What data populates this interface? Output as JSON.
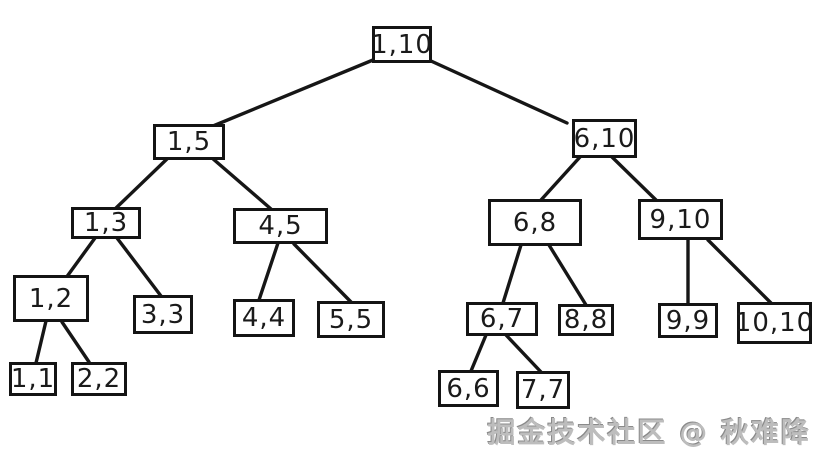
{
  "diagram": {
    "type": "segment-tree",
    "description": "Binary segment tree over range [1,10]",
    "nodes": [
      {
        "label": "1,10"
      },
      {
        "label": "1,5"
      },
      {
        "label": "6,10"
      },
      {
        "label": "1,3"
      },
      {
        "label": "4,5"
      },
      {
        "label": "6,8"
      },
      {
        "label": "9,10"
      },
      {
        "label": "1,2"
      },
      {
        "label": "3,3"
      },
      {
        "label": "4,4"
      },
      {
        "label": "5,5"
      },
      {
        "label": "6,7"
      },
      {
        "label": "8,8"
      },
      {
        "label": "9,9"
      },
      {
        "label": "10,10"
      },
      {
        "label": "1,1"
      },
      {
        "label": "2,2"
      },
      {
        "label": "6,6"
      },
      {
        "label": "7,7"
      }
    ],
    "edges": [
      {
        "from": "1,10",
        "to": "1,5"
      },
      {
        "from": "1,10",
        "to": "6,10"
      },
      {
        "from": "1,5",
        "to": "1,3"
      },
      {
        "from": "1,5",
        "to": "4,5"
      },
      {
        "from": "1,3",
        "to": "1,2"
      },
      {
        "from": "1,3",
        "to": "3,3"
      },
      {
        "from": "4,5",
        "to": "4,4"
      },
      {
        "from": "4,5",
        "to": "5,5"
      },
      {
        "from": "6,10",
        "to": "6,8"
      },
      {
        "from": "6,10",
        "to": "9,10"
      },
      {
        "from": "6,8",
        "to": "6,7"
      },
      {
        "from": "6,8",
        "to": "8,8"
      },
      {
        "from": "9,10",
        "to": "9,9"
      },
      {
        "from": "9,10",
        "to": "10,10"
      },
      {
        "from": "1,2",
        "to": "1,1"
      },
      {
        "from": "1,2",
        "to": "2,2"
      },
      {
        "from": "6,7",
        "to": "6,6"
      },
      {
        "from": "6,7",
        "to": "7,7"
      }
    ]
  },
  "watermark": {
    "text": "掘金技术社区 @ 秋难降"
  }
}
